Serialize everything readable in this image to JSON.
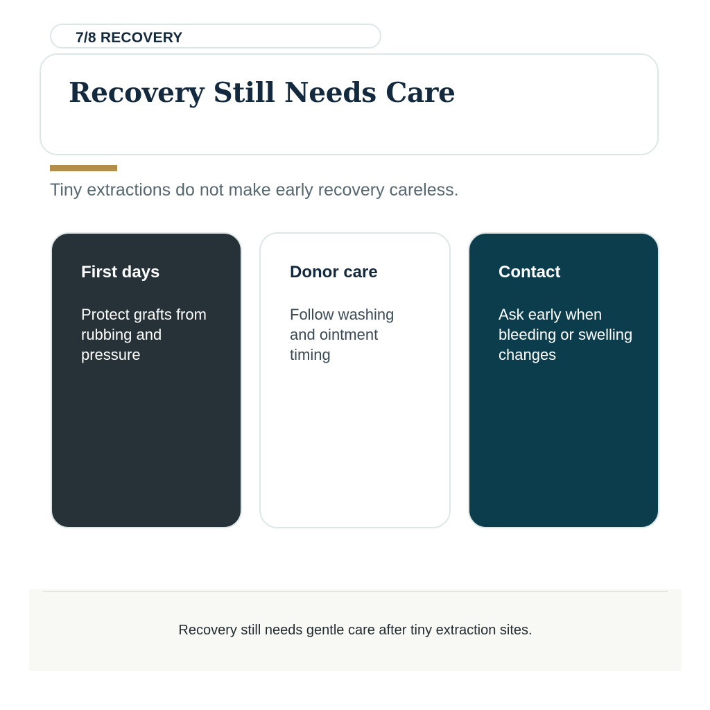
{
  "header": {
    "progress_label": "7/8 RECOVERY",
    "title": "Recovery Still Needs Care",
    "subtitle": "Tiny extractions do not make early recovery careless."
  },
  "cards": [
    {
      "title": "First days",
      "text": "Protect grafts from rubbing and pressure",
      "background": "#263238"
    },
    {
      "title": "Donor care",
      "text": "Follow washing and ointment timing",
      "background": "#ffffff"
    },
    {
      "title": "Contact",
      "text": "Ask early when bleeding or swelling changes",
      "background": "#0c3d4c"
    }
  ],
  "footer": {
    "text": "Recovery still needs gentle care after tiny extraction sites."
  },
  "colors": {
    "accent": "#b38d4a",
    "primary_text": "#13293d",
    "border": "#dce8e8"
  }
}
